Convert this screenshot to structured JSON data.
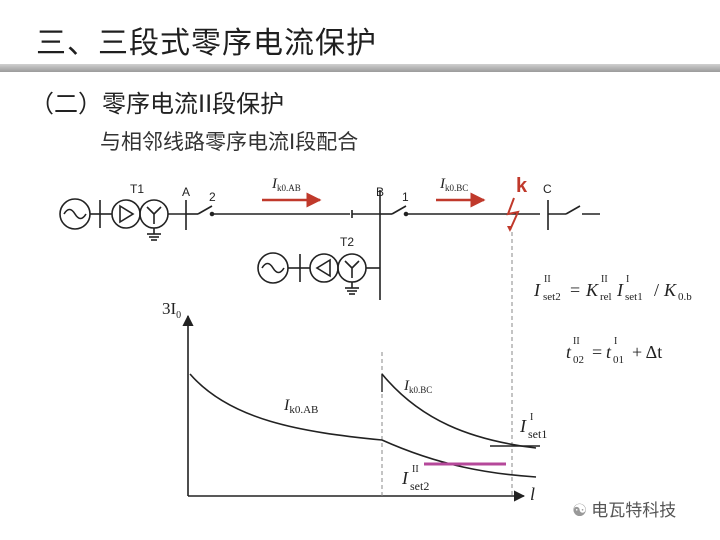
{
  "title": "三、三段式零序电流保护",
  "section": "（二）零序电流II段保护",
  "note": "与相邻线路零序电流I段配合",
  "circuit": {
    "t1": "T1",
    "t2": "T2",
    "bus_a": "A",
    "bus_b": "B",
    "bus_c": "C",
    "breaker_2": "2",
    "breaker_1": "1",
    "fault": "k",
    "i_ab_main": "I",
    "i_ab_sub": "k0.AB",
    "i_bc_main": "I",
    "i_bc_sub": "k0.BC"
  },
  "formula_1": {
    "lhs_main": "I",
    "lhs_sup": "II",
    "lhs_sub": "set2",
    "eq": "=",
    "k_main": "K",
    "k_sup": "II",
    "k_sub": "rel",
    "i1_main": "I",
    "i1_sup": "I",
    "i1_sub": "set1",
    "div": "/",
    "k0_main": "K",
    "k0_sub": "0.b"
  },
  "formula_2": {
    "t_main": "t",
    "t_sup": "II",
    "t_sub": "02",
    "eq": "=",
    "t1_main": "t",
    "t1_sup": "I",
    "t1_sub": "01",
    "plus": "+ Δt"
  },
  "graph": {
    "ylabel_main": "3I",
    "ylabel_sub": "0",
    "xlabel": "l",
    "curve_ab_main": "I",
    "curve_ab_sub": "k0.AB",
    "curve_bc_main": "I",
    "curve_bc_sub": "k0.BC",
    "set1_main": "I",
    "set1_sup": "I",
    "set1_sub": "set1",
    "set2_main": "I",
    "set2_sup": "II",
    "set2_sub": "set2"
  },
  "logo": {
    "icon": "wechat-icon",
    "text": "电瓦特科技"
  },
  "colors": {
    "current_arrow": "#c0392b",
    "fault": "#c0392b",
    "setting_line": "#b5489a",
    "line": "#222222"
  }
}
